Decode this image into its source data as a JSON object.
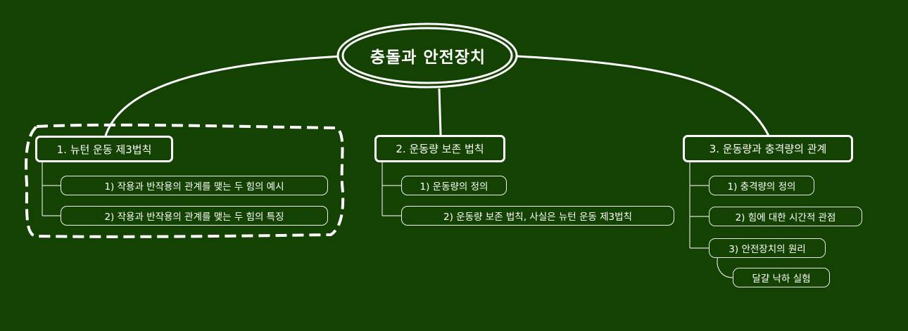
{
  "root": {
    "title": "충돌과 안전장치"
  },
  "branches": [
    {
      "label": "1. 뉴턴 운동 제3법칙",
      "children": [
        {
          "label": "1) 작용과 반작용의 관계를 맺는 두 힘의 예시"
        },
        {
          "label": "2) 작용과 반작용의 관계를 맺는 두 힘의 특징"
        }
      ]
    },
    {
      "label": "2. 운동량 보존 법칙",
      "children": [
        {
          "label": "1) 운동량의 정의"
        },
        {
          "label": "2) 운동량 보존 법칙, 사실은 뉴턴 운동 제3법칙"
        }
      ]
    },
    {
      "label": "3. 운동량과 충격량의 관계",
      "children": [
        {
          "label": "1) 충격량의 정의"
        },
        {
          "label": "2) 힘에 대한 시간적 관점"
        },
        {
          "label": "3) 안전장치의 원리",
          "children": [
            {
              "label": "달걀 낙하 실험"
            }
          ]
        }
      ]
    }
  ],
  "colors": {
    "background": "#134203",
    "line": "#ffffff"
  }
}
